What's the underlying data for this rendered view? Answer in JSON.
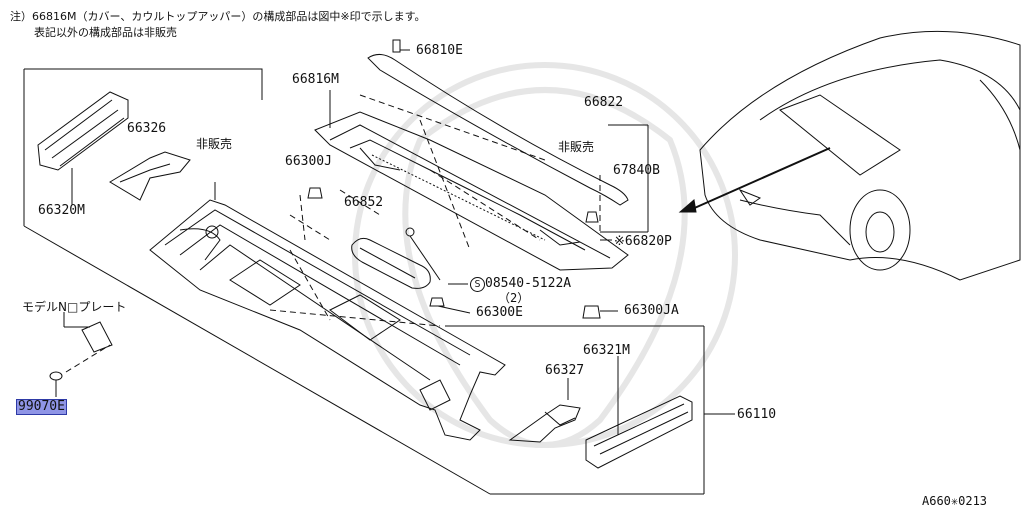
{
  "notes": {
    "line1": "注）66816M（カバー、カウルトップアッパー）の構成部品は図中※印で示します。",
    "line2": "表記以外の構成部品は非販売"
  },
  "parts": {
    "p66810E": "66810E",
    "p66816M": "66816M",
    "p66822": "66822",
    "p_hanbai_1": "非販売",
    "p67840B": "67840B",
    "p66326": "66326",
    "p_hanbai_2": "非販売",
    "p66320M": "66320M",
    "p66300J": "66300J",
    "p66852": "66852",
    "p66820P": "※66820P",
    "p08540": "08540-5122A",
    "p08540_qty": "（2）",
    "p66300E": "66300E",
    "p66300JA": "66300JA",
    "p_model_plate": "モデルN□プレート",
    "p66321M": "66321M",
    "p66327": "66327",
    "p66110": "66110",
    "p99070E": "99070E"
  },
  "highlight_color": "#8f95e6",
  "footer": {
    "code": "A660✳0213"
  }
}
